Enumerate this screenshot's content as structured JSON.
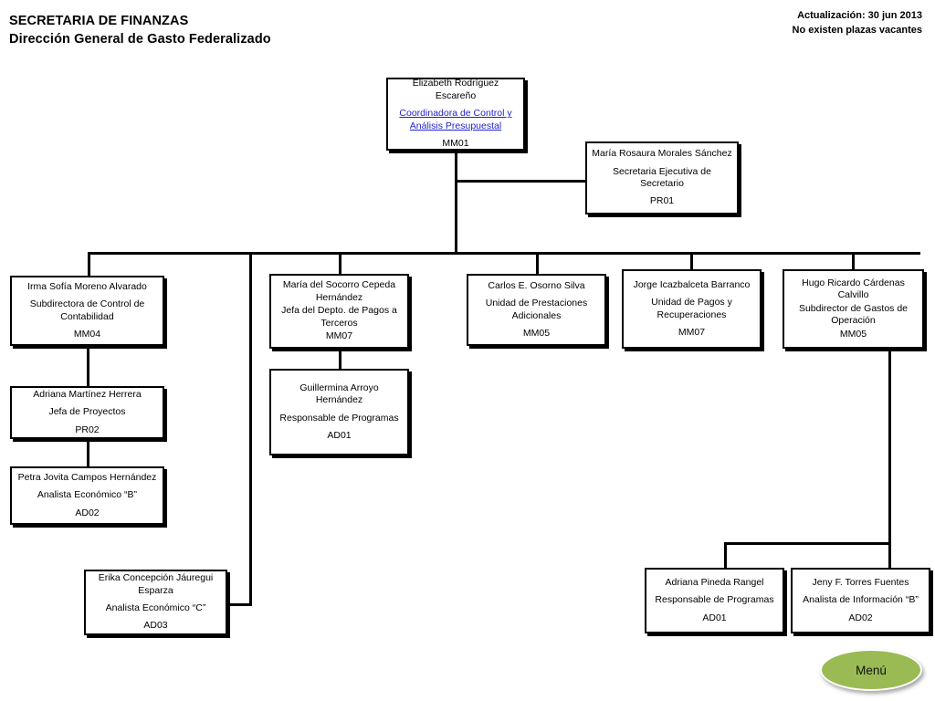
{
  "header": {
    "title_line1": "SECRETARIA DE FINANZAS",
    "title_line2": "Dirección General de Gasto Federalizado",
    "update_line1": "Actualización: 30 jun 2013",
    "update_line2": "No existen plazas  vacantes"
  },
  "footer": {
    "menu_label": "Menú"
  },
  "colors": {
    "menu_fill": "#9abb54",
    "link": "#2222cc",
    "box_border": "#000000"
  },
  "nodes": [
    {
      "id": "coordinadora",
      "name": "Elizabeth Rodríguez Escareño",
      "role": "Coordinadora de Control y Análisis Presupuestal",
      "code": "MM01",
      "is_link": true
    },
    {
      "id": "secretaria-ejecutiva",
      "name": "María Rosaura Morales Sánchez",
      "role": "Secretaria Ejecutiva de Secretario",
      "code": "PR01",
      "is_link": false
    },
    {
      "id": "subdirectora-contabilidad",
      "name": "Irma Sofía Moreno Alvarado",
      "role": "Subdirectora de Control de Contabilidad",
      "code": "MM04",
      "is_link": false
    },
    {
      "id": "jefa-proyectos",
      "name": "Adriana Martínez Herrera",
      "role": "Jefa de Proyectos",
      "code": "PR02",
      "is_link": false
    },
    {
      "id": "analista-economico-b",
      "name": "Petra Jovita Campos Hernández",
      "role": "Analista Económico “B”",
      "code": "AD02",
      "is_link": false
    },
    {
      "id": "jefa-depto-pagos-terceros",
      "name": "María del Socorro Cepeda Hernández",
      "role": "Jefa del Depto. de Pagos a Terceros",
      "code": "MM07",
      "is_link": false
    },
    {
      "id": "responsable-programas-1",
      "name": "Guillermina Arroyo Hernández",
      "role": "Responsable de Programas",
      "code": "AD01",
      "is_link": false
    },
    {
      "id": "unidad-prestaciones",
      "name": "Carlos E. Osorno Silva",
      "role": "Unidad de Prestaciones Adicionales",
      "code": "MM05",
      "is_link": false
    },
    {
      "id": "unidad-pagos-recuperaciones",
      "name": "Jorge Icazbalceta Barranco",
      "role": "Unidad de Pagos y Recuperaciones",
      "code": "MM07",
      "is_link": false
    },
    {
      "id": "subdirector-gastos-operacion",
      "name": "Hugo Ricardo Cárdenas Calvillo",
      "role": "Subdirector de Gastos de Operación",
      "code": "MM05",
      "is_link": false
    },
    {
      "id": "analista-economico-c",
      "name": "Erika Concepción Jáuregui Esparza",
      "role": "Analista Económico “C”",
      "code": "AD03",
      "is_link": false
    },
    {
      "id": "responsable-programas-2",
      "name": "Adriana Pineda Rangel",
      "role": "Responsable de Programas",
      "code": "AD01",
      "is_link": false
    },
    {
      "id": "analista-informacion-b",
      "name": "Jeny F. Torres Fuentes",
      "role": "Analista de Información “B”",
      "code": "AD02",
      "is_link": false
    }
  ]
}
